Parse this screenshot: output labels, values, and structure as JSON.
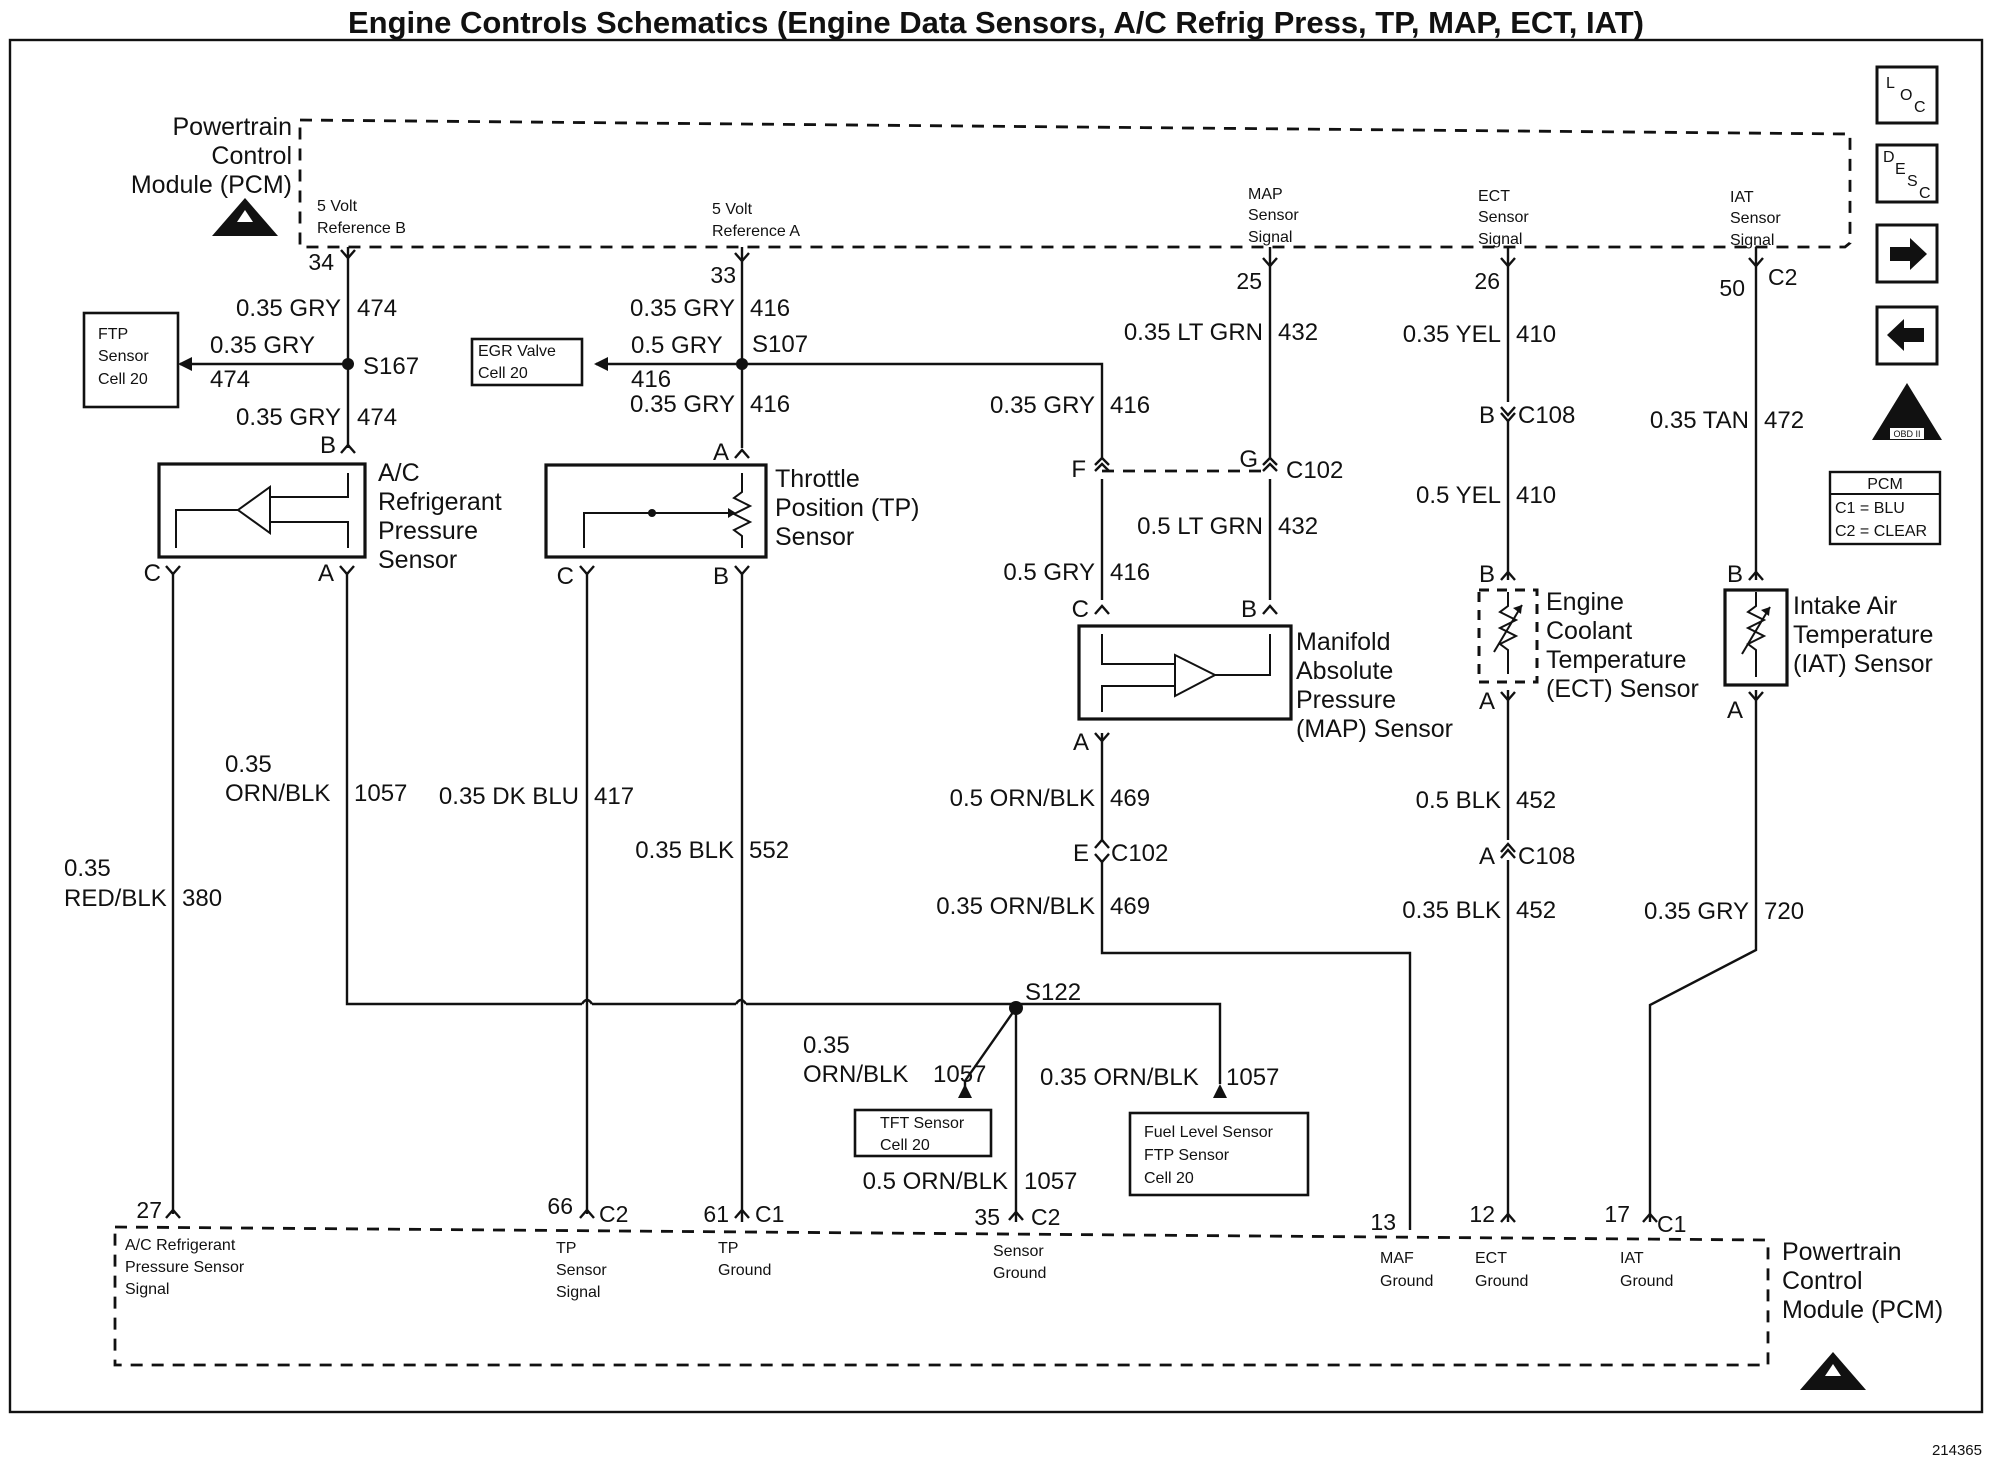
{
  "title": "Engine Controls Schematics (Engine Data Sensors, A/C Refrig Press, TP, MAP, ECT, IAT)",
  "figure_number": "214365",
  "pcm_top": {
    "label_lines": [
      "Powertrain",
      "Control",
      "Module (PCM)"
    ],
    "signals": {
      "ref_b": [
        "5 Volt",
        "Reference B"
      ],
      "ref_a": [
        "5 Volt",
        "Reference A"
      ],
      "map": [
        "MAP",
        "Sensor",
        "Signal"
      ],
      "ect": [
        "ECT",
        "Sensor",
        "Signal"
      ],
      "iat": [
        "IAT",
        "Sensor",
        "Signal"
      ]
    },
    "pins": {
      "p34": "34",
      "p33": "33",
      "p25": "25",
      "p26": "26",
      "p50": "50",
      "c2": "C2"
    }
  },
  "pcm_bottom": {
    "label_lines": [
      "Powertrain",
      "Control",
      "Module (PCM)"
    ],
    "signals": {
      "ac": [
        "A/C Refrigerant",
        "Pressure Sensor",
        "Signal"
      ],
      "tp_sig": [
        "TP",
        "Sensor",
        "Signal"
      ],
      "tp_gnd": [
        "TP",
        "Ground"
      ],
      "sens_gnd": [
        "Sensor",
        "Ground"
      ],
      "maf_gnd": [
        "MAF",
        "Ground"
      ],
      "ect_gnd": [
        "ECT",
        "Ground"
      ],
      "iat_gnd": [
        "IAT",
        "Ground"
      ]
    },
    "pins": {
      "p27": "27",
      "p66": "66",
      "c2a": "C2",
      "p61": "61",
      "c1a": "C1",
      "p35": "35",
      "c2b": "C2",
      "p13": "13",
      "p12": "12",
      "p17": "17",
      "c1b": "C1"
    }
  },
  "nav_buttons": {
    "loc": [
      "L",
      "O",
      "C"
    ],
    "desc": [
      "D",
      "E",
      "S",
      "C"
    ],
    "next": "→",
    "prev": "←",
    "obd": "OBD II"
  },
  "pcm_legend": {
    "title": "PCM",
    "lines": [
      "C1 = BLU",
      "C2 = CLEAR"
    ]
  },
  "components": {
    "ftp": [
      "FTP",
      "Sensor",
      "Cell 20"
    ],
    "egr": [
      "EGR Valve",
      "Cell 20"
    ],
    "ac_sensor": [
      "A/C",
      "Refrigerant",
      "Pressure",
      "Sensor"
    ],
    "tp_sensor": [
      "Throttle",
      "Position (TP)",
      "Sensor"
    ],
    "map_sensor": [
      "Manifold",
      "Absolute",
      "Pressure",
      "(MAP) Sensor"
    ],
    "ect_sensor": [
      "Engine",
      "Coolant",
      "Temperature",
      "(ECT) Sensor"
    ],
    "iat_sensor": [
      "Intake Air",
      "Temperature",
      "(IAT) Sensor"
    ],
    "tft": [
      "TFT Sensor",
      "Cell 20"
    ],
    "fuel": [
      "Fuel Level Sensor",
      "FTP Sensor",
      "Cell 20"
    ]
  },
  "splices": {
    "s167": "S167",
    "s107": "S107",
    "s122": "S122"
  },
  "connectors": {
    "ac_b": "B",
    "ac_c": "C",
    "ac_a": "A",
    "tp_a": "A",
    "tp_c": "C",
    "tp_b": "B",
    "c102_f": "F",
    "c102_g": "G",
    "c102": "C102",
    "map_c": "C",
    "map_b": "B",
    "map_a": "A",
    "c102_e": "E",
    "c102b": "C102",
    "c108_b": "B",
    "c108": "C108",
    "ect_b": "B",
    "ect_a": "A",
    "c108_a": "A",
    "c108b": "C108",
    "iat_b": "B",
    "iat_a": "A"
  },
  "wires": {
    "w1": {
      "gauge": "0.35 GRY",
      "circuit": "474"
    },
    "w2": {
      "gauge": "0.35 GRY",
      "circuit": "474"
    },
    "w3": {
      "gauge": "0.35 GRY",
      "circuit": "474"
    },
    "w4": {
      "gauge": "0.35 GRY",
      "circuit": "416"
    },
    "w5": {
      "gauge": "0.5 GRY",
      "circuit": "416"
    },
    "w6": {
      "gauge": "0.35 GRY",
      "circuit": "416"
    },
    "w7": {
      "gauge": "0.35 GRY",
      "circuit": "416"
    },
    "w8": {
      "gauge": "0.5 GRY",
      "circuit": "416"
    },
    "w9": {
      "gauge": "0.35 LT GRN",
      "circuit": "432"
    },
    "w10": {
      "gauge": "0.5 LT GRN",
      "circuit": "432"
    },
    "w11": {
      "gauge": "0.35 YEL",
      "circuit": "410"
    },
    "w12": {
      "gauge": "0.5 YEL",
      "circuit": "410"
    },
    "w13": {
      "gauge": "0.35 TAN",
      "circuit": "472"
    },
    "w14": {
      "gauge_lines": [
        "0.35",
        "RED/BLK"
      ],
      "circuit": "380"
    },
    "w15": {
      "gauge_lines": [
        "0.35",
        "ORN/BLK"
      ],
      "circuit": "1057"
    },
    "w16": {
      "gauge": "0.35 DK BLU",
      "circuit": "417"
    },
    "w17": {
      "gauge": "0.35 BLK",
      "circuit": "552"
    },
    "w18": {
      "gauge": "0.5 ORN/BLK",
      "circuit": "469"
    },
    "w19": {
      "gauge": "0.35 ORN/BLK",
      "circuit": "469"
    },
    "w20": {
      "gauge": "0.5 BLK",
      "circuit": "452"
    },
    "w21": {
      "gauge": "0.35 BLK",
      "circuit": "452"
    },
    "w22": {
      "gauge": "0.35 GRY",
      "circuit": "720"
    },
    "w23": {
      "gauge_lines": [
        "0.35",
        "ORN/BLK"
      ],
      "circuit": "1057"
    },
    "w24": {
      "gauge": "0.35 ORN/BLK",
      "circuit": "1057"
    },
    "w25": {
      "gauge": "0.5 ORN/BLK",
      "circuit": "1057"
    }
  }
}
